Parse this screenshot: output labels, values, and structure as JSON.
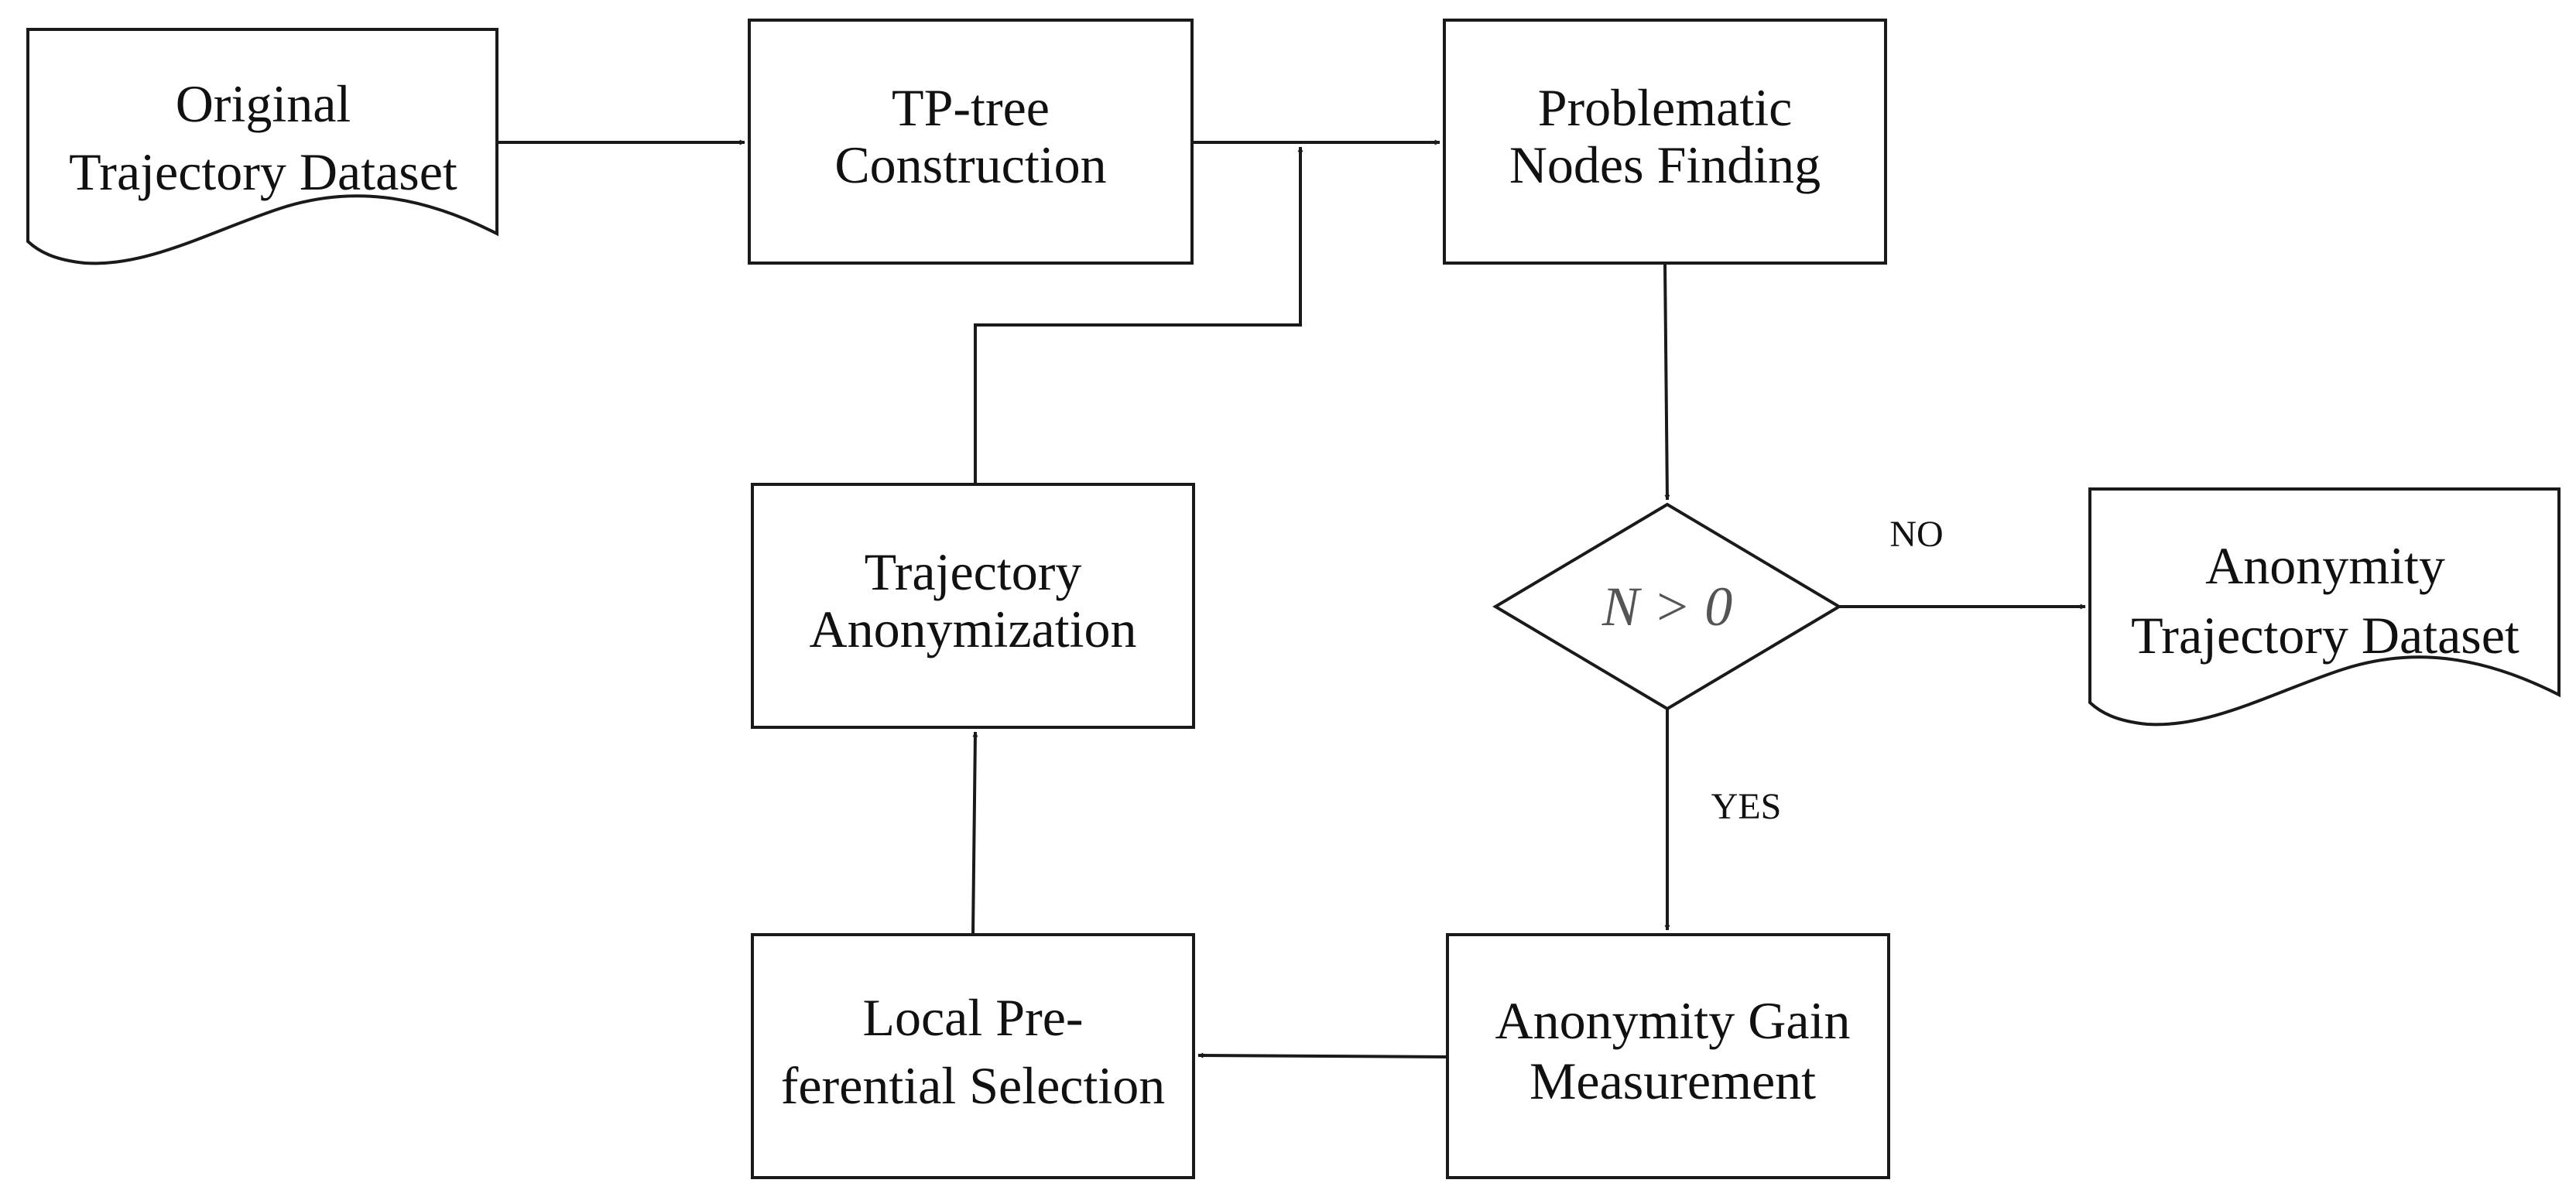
{
  "nodes": {
    "original_dataset": {
      "line1": "Original",
      "line2": "Trajectory Dataset"
    },
    "tp_tree": {
      "line1": "TP-tree",
      "line2": "Construction"
    },
    "problematic_nodes": {
      "line1": "Problematic",
      "line2": "Nodes Finding"
    },
    "decision": {
      "label": "N > 0"
    },
    "anonymity_dataset": {
      "line1": "Anonymity",
      "line2": "Trajectory Dataset"
    },
    "trajectory_anonymization": {
      "line1": "Trajectory",
      "line2": "Anonymization"
    },
    "local_selection": {
      "line1": "Local Pre-",
      "line2": "ferential Selection"
    },
    "gain_measurement": {
      "line1": "Anonymity Gain",
      "line2": "Measurement"
    }
  },
  "edges": {
    "no_label": "NO",
    "yes_label": "YES"
  },
  "colors": {
    "stroke": "#1a1a1a",
    "background": "#ffffff",
    "condition_text": "#555555"
  }
}
